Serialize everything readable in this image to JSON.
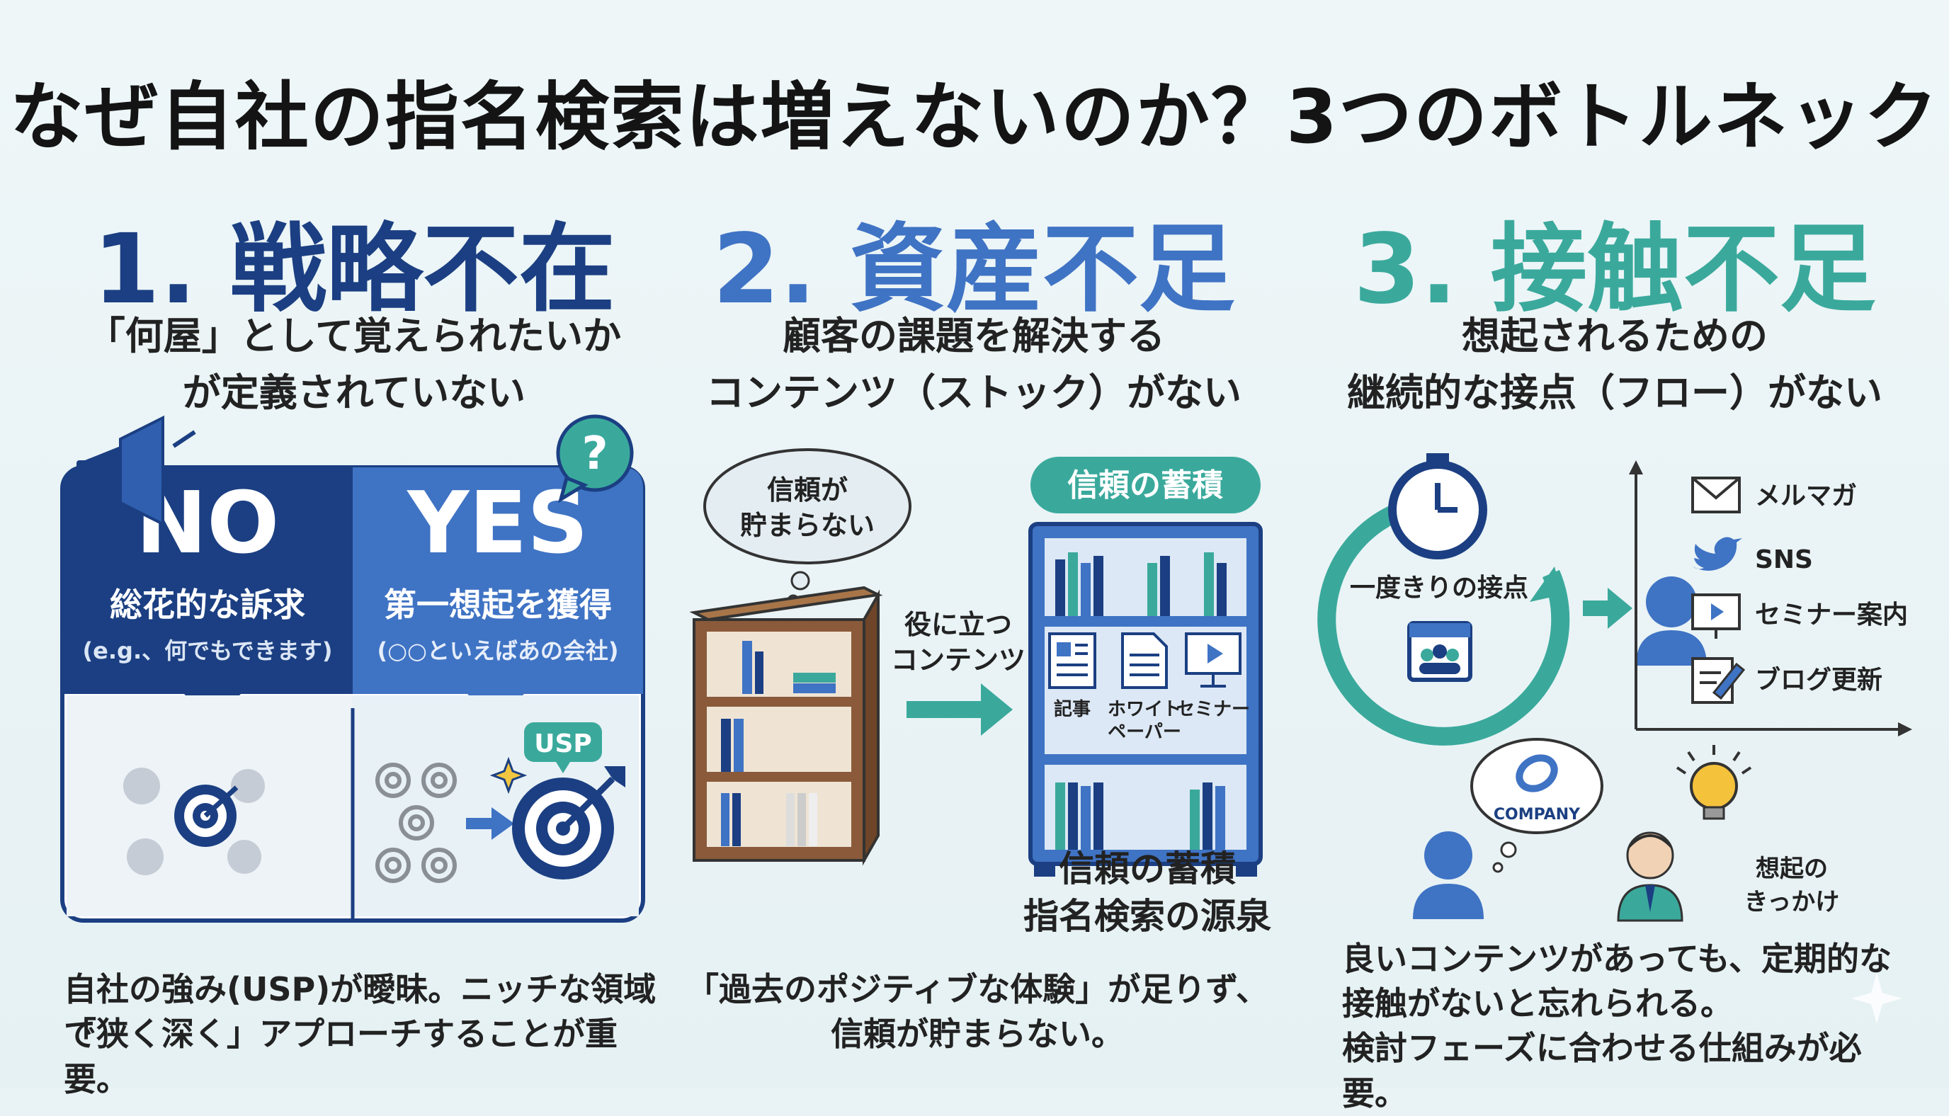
{
  "title": "なぜ自社の指名検索は増えないのか？3つのボトルネック",
  "colors": {
    "navy": "#1b3f82",
    "blue": "#3f73c4",
    "teal": "#3aa99c",
    "brown": "#8a5a3a"
  },
  "col1": {
    "heading": "1. 戦略不在",
    "sub1": "「何屋」として覚えられたいか",
    "sub2": "が定義されていない",
    "no_label": "NO",
    "no_sub": "総花的な訴求",
    "no_note": "(e.g.、何でもできます)",
    "yes_label": "YES",
    "yes_sub": "第一想起を獲得",
    "yes_note": "(○○といえばあの会社)",
    "usp_badge": "USP",
    "caption1": "自社の強み(USP)が曖昧。ニッチな領域で",
    "caption2": "「狭く深く」アプローチすることが重要。"
  },
  "col2": {
    "heading": "2. 資産不足",
    "sub1": "顧客の課題を解決する",
    "sub2": "コンテンツ（ストック）がない",
    "bubble1": "信頼が",
    "bubble2": "貯まらない",
    "arrow1": "役に立つ",
    "arrow2": "コンテンツ",
    "banner": "信頼の蓄積",
    "item1": "記事",
    "item2": "ホワイト",
    "item2b": "ペーパー",
    "item3": "セミナー",
    "under1": "信頼の蓄積",
    "under2": "指名検索の源泉",
    "caption1": "「過去のポジティブな体験」が足りず、",
    "caption2": "信頼が貯まらない。"
  },
  "col3": {
    "heading": "3. 接触不足",
    "sub1": "想起されるための",
    "sub2": "継続的な接点（フロー）がない",
    "once": "一度きりの接点",
    "channels": [
      "メルマガ",
      "SNS",
      "セミナー案内",
      "ブログ更新"
    ],
    "company": "COMPANY",
    "trigger1": "想起の",
    "trigger2": "きっかけ",
    "caption1": "良いコンテンツがあっても、定期的な",
    "caption2": "接触がないと忘れられる。",
    "caption3": "検討フェーズに合わせる仕組みが必要。"
  }
}
